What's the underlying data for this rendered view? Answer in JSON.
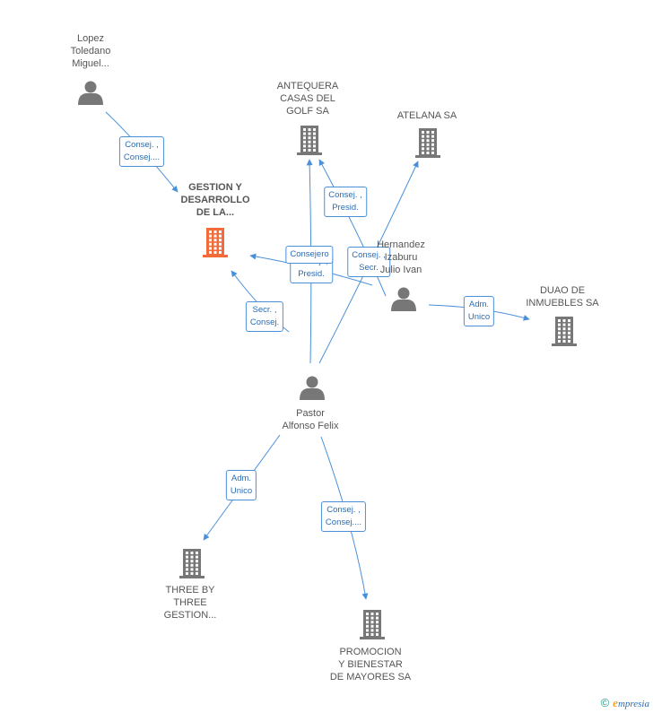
{
  "colors": {
    "edge": "#4a90d9",
    "person": "#777777",
    "company": "#777777",
    "highlight": "#f26b38"
  },
  "nodes": [
    {
      "id": "lopez",
      "kind": "person",
      "label": "Lopez\nToledano\nMiguel...",
      "icon": "person-icon"
    },
    {
      "id": "gestion",
      "kind": "company",
      "highlight": true,
      "label": "GESTION Y\nDESARROLLO\nDE LA...",
      "icon": "building-icon"
    },
    {
      "id": "antequera",
      "kind": "company",
      "label": "ANTEQUERA\nCASAS DEL\nGOLF SA",
      "icon": "building-icon"
    },
    {
      "id": "atelana",
      "kind": "company",
      "label": "ATELANA SA",
      "icon": "building-icon"
    },
    {
      "id": "hernandez",
      "kind": "person",
      "label": "Hernandez\nIzaburu\nJulio Ivan",
      "icon": "person-icon"
    },
    {
      "id": "duao",
      "kind": "company",
      "label": "DUAO DE\nINMUEBLES SA",
      "icon": "building-icon"
    },
    {
      "id": "pastor",
      "kind": "person",
      "label": "Pastor\nAlfonso Felix",
      "icon": "person-icon"
    },
    {
      "id": "three",
      "kind": "company",
      "label": "THREE BY\nTHREE\nGESTION...",
      "icon": "building-icon"
    },
    {
      "id": "promocion",
      "kind": "company",
      "label": "PROMOCION\nY BIENESTAR\nDE MAYORES SA",
      "icon": "building-icon"
    }
  ],
  "edges": [
    {
      "from": "lopez",
      "to": "gestion",
      "label": "Consej. ,\nConsej...."
    },
    {
      "from": "hernandez",
      "to": "gestion",
      "label": "Consej. ,\nPresid."
    },
    {
      "from": "pastor",
      "to": "gestion",
      "label": "Secr. ,\nConsej."
    },
    {
      "from": "pastor",
      "to": "antequera",
      "label": "Consejero"
    },
    {
      "from": "hernandez",
      "to": "antequera",
      "label": "Consej. ,\nPresid."
    },
    {
      "from": "pastor",
      "to": "atelana",
      "label": "Consej. ,\nSecr."
    },
    {
      "from": "hernandez",
      "to": "duao",
      "label": "Adm.\nUnico"
    },
    {
      "from": "pastor",
      "to": "three",
      "label": "Adm.\nUnico"
    },
    {
      "from": "pastor",
      "to": "promocion",
      "label": "Consej. ,\nConsej...."
    }
  ],
  "footer": {
    "copyright": "©",
    "brand_e": "e",
    "brand_rest": "mpresia"
  }
}
